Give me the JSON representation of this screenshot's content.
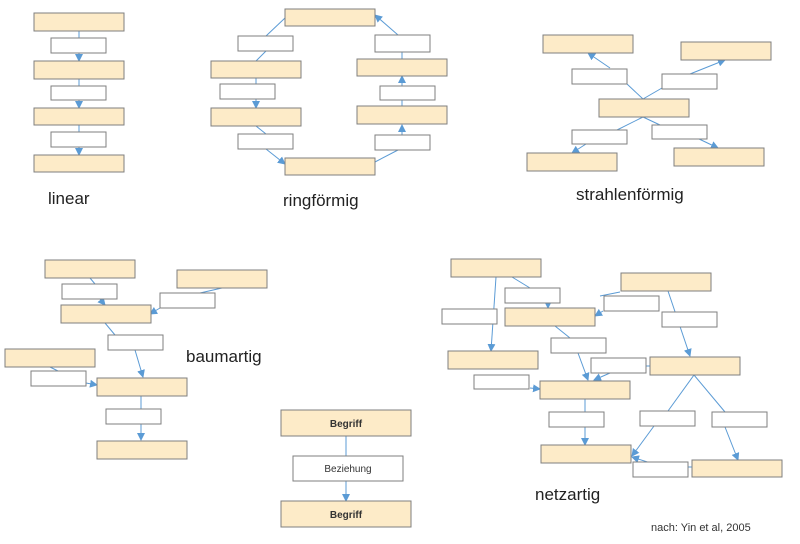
{
  "captions": {
    "linear": "linear",
    "ring": "ringförmig",
    "radial": "strahlenförmig",
    "tree": "baumartig",
    "net": "netzartig"
  },
  "legend": {
    "concept_top": "Begriff",
    "relation": "Beziehung",
    "concept_bottom": "Begriff"
  },
  "source": "nach: Yin et al, 2005",
  "colors": {
    "concept_fill": "#FDEBC8",
    "concept_stroke": "#7F7F7F",
    "relation_fill": "#FFFFFF",
    "relation_stroke": "#7F7F7F",
    "arrow": "#5B9BD5"
  }
}
